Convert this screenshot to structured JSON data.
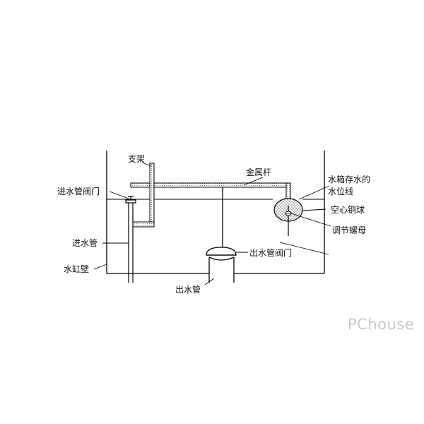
{
  "labels": {
    "bracket": "支架",
    "metal_rod": "金属杆",
    "inlet_valve": "进水管阀门",
    "water_level_line1": "水箱存水的",
    "water_level_line2": "水位线",
    "copper_float": "空心铜球",
    "adjusting_nut": "调节螺母",
    "inlet_pipe": "进水管",
    "outlet_valve": "出水管阀门",
    "tank_wall": "水缸壁",
    "outlet_pipe": "出水管"
  },
  "watermark": "PChouse",
  "colors": {
    "line": "#000000",
    "text": "#111111",
    "watermark": "#c9c9c9",
    "rod_fill": "#e6e6e6"
  }
}
